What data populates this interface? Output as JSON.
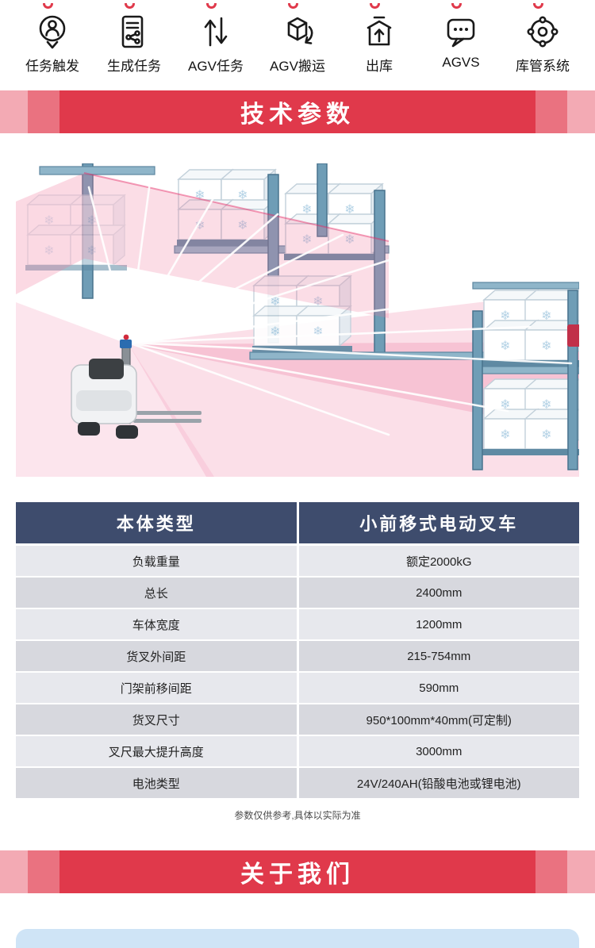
{
  "nav_icons": [
    {
      "label": "任务触发",
      "icon": "person-target-icon"
    },
    {
      "label": "生成任务",
      "icon": "task-document-icon"
    },
    {
      "label": "AGV任务",
      "icon": "route-arrows-icon"
    },
    {
      "label": "AGV搬运",
      "icon": "box-transport-icon"
    },
    {
      "label": "出库",
      "icon": "outbound-box-icon"
    },
    {
      "label": "AGVS",
      "icon": "chat-bubble-icon"
    },
    {
      "label": "库管系统",
      "icon": "system-network-icon"
    }
  ],
  "sections": {
    "tech_params_title": "技术参数",
    "about_us_title": "关于我们"
  },
  "table": {
    "header": [
      "本体类型",
      "小前移式电动叉车"
    ],
    "rows": [
      [
        "负载重量",
        "额定2000kG"
      ],
      [
        "总长",
        "2400mm"
      ],
      [
        "车体宽度",
        "1200mm"
      ],
      [
        "货叉外间距",
        "215-754mm"
      ],
      [
        "门架前移间距",
        "590mm"
      ],
      [
        "货叉尺寸",
        "950*100mm*40mm(可定制)"
      ],
      [
        "叉尺最大提升高度",
        "3000mm"
      ],
      [
        "电池类型",
        "24V/240AH(铅酸电池或锂电池)"
      ]
    ],
    "note": "参数仅供参考,具体以实际为准"
  },
  "colors": {
    "banner_red": "#e0394b",
    "banner_red_mid": "#ea7280",
    "banner_red_light": "#f3aab4",
    "table_header_bg": "#3e4c6d",
    "row_light": "#e7e8ed",
    "row_dark": "#d7d8de",
    "footer_blue": "#cfe4f6"
  }
}
